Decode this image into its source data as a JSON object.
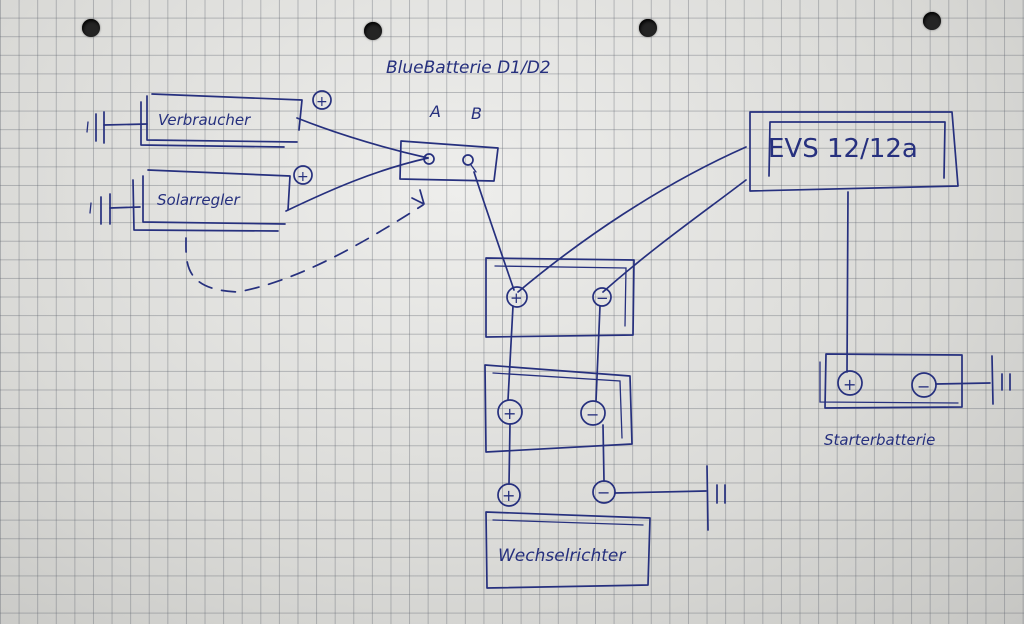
{
  "title": "BlueBatterie D1/D2",
  "components": {
    "verbraucher": "Verbraucher",
    "solarregler": "Solarregler",
    "evs": "EVS 12/12a",
    "starterbatterie": "Starterbatterie",
    "wechselrichter": "Wechselrichter"
  },
  "terminals": {
    "a": "A",
    "b": "B",
    "plus": "+",
    "minus": "−"
  },
  "colors": {
    "ink": "#26307e",
    "paper": "#dcdcda",
    "grid": "#8a8f96"
  }
}
